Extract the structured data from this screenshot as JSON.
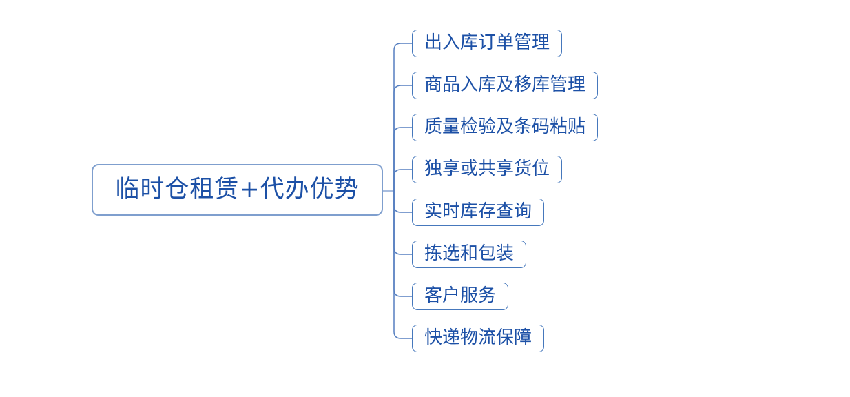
{
  "diagram": {
    "type": "mindmap",
    "root": {
      "label": "临时仓租赁+代办优势"
    },
    "children": [
      {
        "label": "出入库订单管理"
      },
      {
        "label": "商品入库及移库管理"
      },
      {
        "label": "质量检验及条码粘贴"
      },
      {
        "label": "独享或共享货位"
      },
      {
        "label": "实时库存查询"
      },
      {
        "label": "拣选和包装"
      },
      {
        "label": "客户服务"
      },
      {
        "label": "快递物流保障"
      }
    ]
  },
  "colors": {
    "text": "#1c50a6",
    "root_border": "#7f9fce",
    "child_border": "#4678bc",
    "connector": "#567fc0",
    "background": "#ffffff"
  }
}
